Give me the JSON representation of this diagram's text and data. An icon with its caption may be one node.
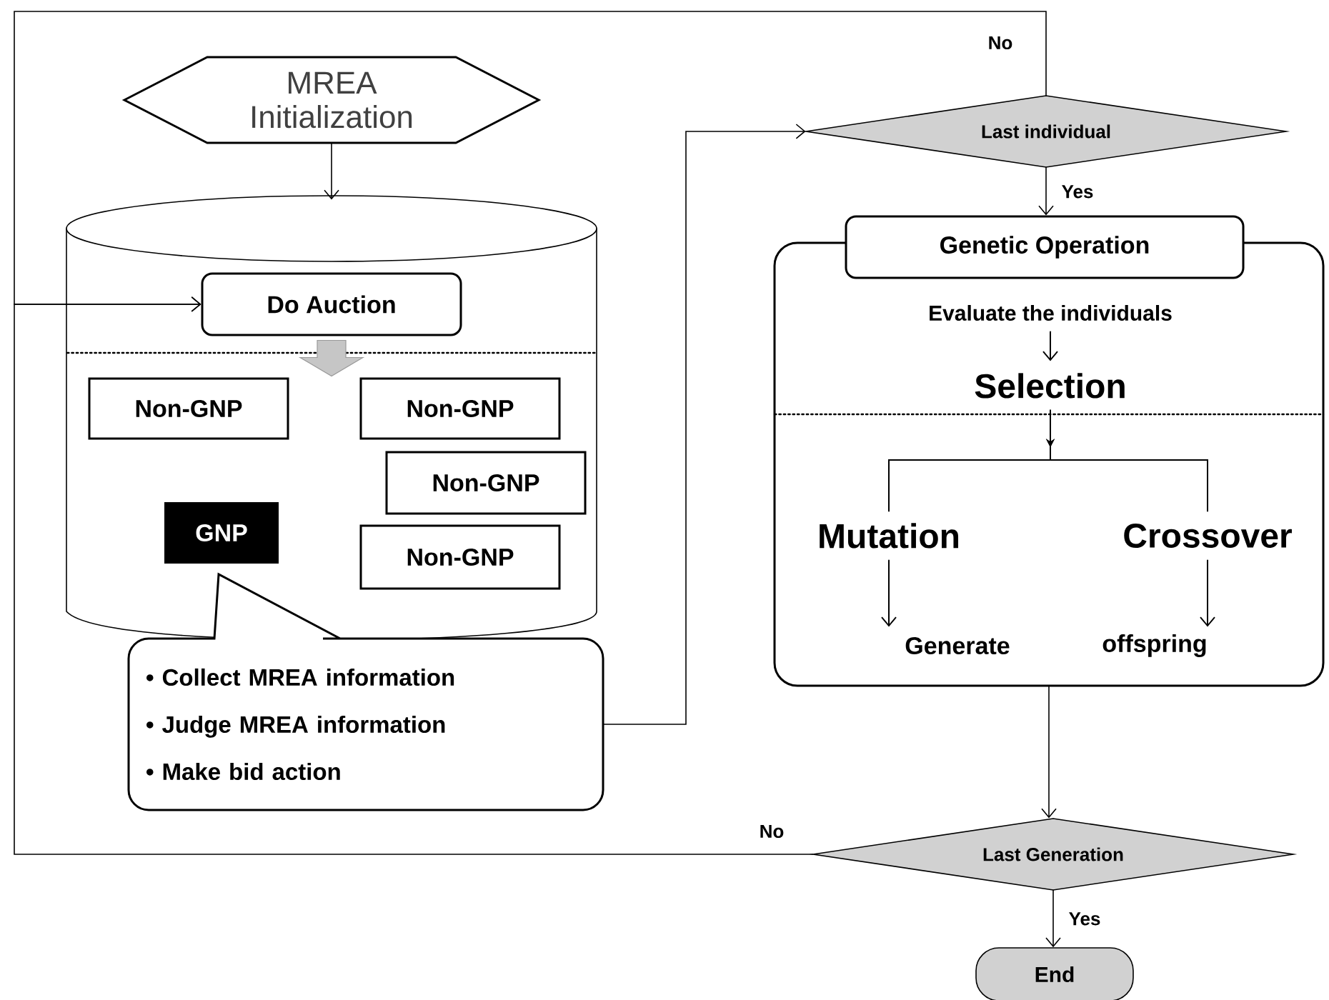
{
  "diagram": {
    "nodes": [
      {
        "text": [
          "MREA Initialization"
        ]
      },
      {
        "text": [],
        "shape": "cylinder"
      },
      {
        "text": [
          "Do Auction"
        ],
        "in": 1
      },
      {
        "text": [
          "Non-GNP"
        ],
        "in": 1
      },
      {
        "text": [
          "Non-GNP"
        ],
        "in": 1
      },
      {
        "text": [
          "Non-GNP"
        ],
        "in": 1
      },
      {
        "text": [
          "GNP"
        ],
        "in": 1
      },
      {
        "text": [
          "Non-GNP"
        ],
        "in": 1
      },
      {
        "text": [
          "• Collect MREA information",
          "• Judge MREA information",
          "• Make bid action"
        ]
      },
      {
        "text": [
          "Last individual"
        ]
      },
      {
        "text": [],
        "shape": "box"
      },
      {
        "text": [
          "Genetic Operation"
        ]
      },
      {
        "text": [
          "Evaluate the individuals"
        ],
        "in": 10
      },
      {
        "text": [
          "Selection"
        ],
        "in": 10
      },
      {
        "text": [
          "Mutation"
        ],
        "in": 10
      },
      {
        "text": [
          "Crossover"
        ],
        "in": 10
      },
      {
        "text": [
          "Generate"
        ],
        "in": 10
      },
      {
        "text": [
          "offspring"
        ],
        "in": 10
      },
      {
        "text": [
          "Last Generation"
        ]
      },
      {
        "text": [
          "End"
        ]
      }
    ],
    "edges": [
      {
        "from": 0,
        "to": 1,
        "arrow": "to"
      },
      {
        "from": 2,
        "to": null,
        "arrow": "to",
        "style": "thick",
        "color": "#c6c6c6"
      },
      {
        "from": 8,
        "to": 9,
        "arrow": "to"
      },
      {
        "from": 9,
        "to": 2,
        "arrow": "to",
        "label": "No"
      },
      {
        "from": 18,
        "to": 2,
        "arrow": "to",
        "label": "No"
      },
      {
        "from": 9,
        "to": 11,
        "arrow": "to",
        "label": "Yes"
      },
      {
        "from": 12,
        "to": 13,
        "arrow": "to"
      },
      {
        "from": 13,
        "to": 14,
        "arrow": "to"
      },
      {
        "from": 13,
        "to": 15,
        "arrow": "to"
      },
      {
        "from": 14,
        "to": 16,
        "arrow": "to"
      },
      {
        "from": 15,
        "to": 17,
        "arrow": "to"
      },
      {
        "from": 10,
        "to": 18,
        "arrow": "to"
      },
      {
        "from": 18,
        "to": 19,
        "arrow": "to",
        "label": "Yes"
      }
    ]
  }
}
